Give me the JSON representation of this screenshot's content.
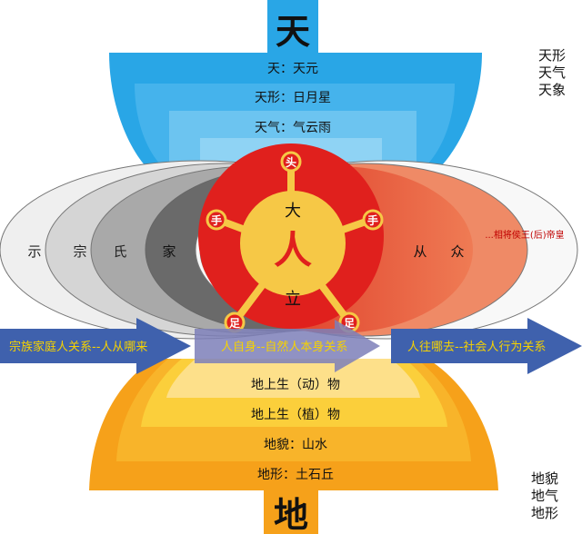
{
  "heaven": {
    "title": "天",
    "levels": [
      "天：天元",
      "天形：日月星",
      "天气：气云雨"
    ],
    "side_list": [
      "天形",
      "天气",
      "天象"
    ]
  },
  "earth": {
    "title": "地",
    "levels": [
      "地上生（动）物",
      "地上生（植）物",
      "地貌：山水",
      "地形：土石丘"
    ],
    "side_list": [
      "地貌",
      "地气",
      "地形"
    ]
  },
  "person": {
    "center": "人",
    "top_word": "大",
    "bottom_word": "立",
    "nodes": {
      "head": "头",
      "left_hand": "手",
      "right_hand": "手",
      "left_foot": "足",
      "right_foot": "足"
    }
  },
  "left_ovals": [
    "示",
    "宗",
    "氏",
    "家"
  ],
  "right_ovals": [
    "从",
    "众"
  ],
  "right_rank": "...相将侯王(后)帝皇",
  "arrows": {
    "left": "宗族家庭人关系--人从哪来",
    "middle": "人自身--自然人本身关系",
    "right": "人往哪去--社会人行为关系"
  },
  "colors": {
    "sky_dark": "#29a6e6",
    "sky_mid": "#45b3ec",
    "sky_light": "#79cbf2",
    "earth_orange": "#f6a11a",
    "earth_yellow": "#fbcf3b",
    "earth_light": "#fde08a",
    "red": "#e0201d",
    "yellow": "#f6c846",
    "arrow_blue": "#3f61ad",
    "rank_red": "#c00000"
  }
}
